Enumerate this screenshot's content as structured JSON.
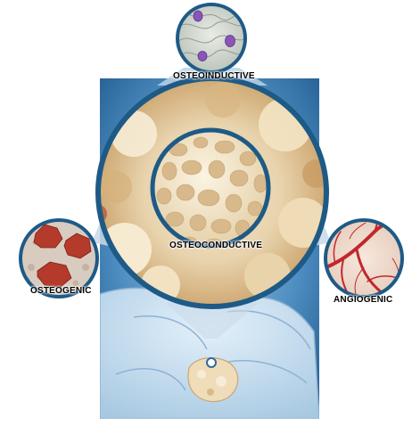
{
  "labels": {
    "osteoinductive": "OSTEOINDUCTIVE",
    "osteoconductive": "OSTEOCONDUCTIVE",
    "osteogenic": "OSTEOGENIC",
    "angiogenic": "ANGIOGENIC"
  },
  "colors": {
    "background_panel": "#2f6ea6",
    "ring": "#1e5a86",
    "bone": "#f2e8d2",
    "cells": "#b43a2b",
    "vessels": "#c0282c",
    "glove": "#cfe4f3",
    "nuclei": "#8a55b8"
  },
  "icons": {
    "osteoinductive": "cell-matrix-icon",
    "osteogenic": "osteoblast-cells-icon",
    "angiogenic": "blood-vessel-icon",
    "osteoconductive": "trabecular-bone-icon"
  }
}
